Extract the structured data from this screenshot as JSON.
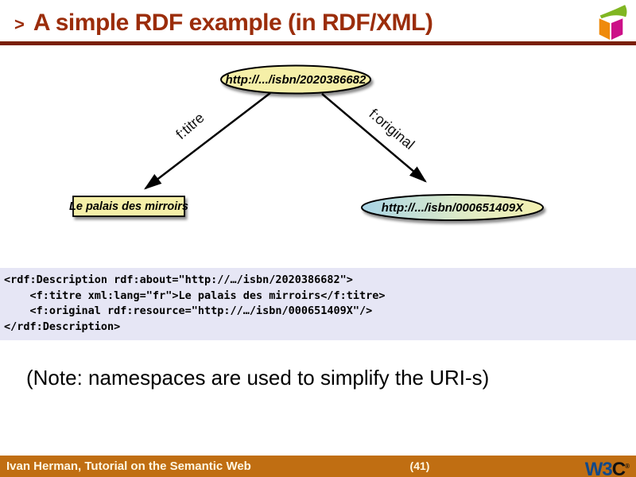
{
  "header": {
    "bullet": ">",
    "title": "A simple RDF example (in RDF/XML)"
  },
  "diagram": {
    "subject_uri": "http://.../isbn/2020386682",
    "predicate_left": "f:titre",
    "predicate_right": "f:original",
    "literal_value": "Le palais des mirroirs",
    "object_uri": "http://.../isbn/000651409X"
  },
  "code": {
    "lines": [
      "<rdf:Description rdf:about=\"http://…/isbn/2020386682\">",
      "    <f:titre xml:lang=\"fr\">Le palais des mirroirs</f:titre>",
      "    <f:original rdf:resource=\"http://…/isbn/000651409X\"/>",
      "</rdf:Description>"
    ]
  },
  "note": "(Note: namespaces are used to simplify the URI-s)",
  "footer": {
    "author": "Ivan Herman, Tutorial on the Semantic Web",
    "page": "(41)",
    "logo": {
      "w3": "W3",
      "c": "C",
      "mark": "®"
    }
  },
  "colors": {
    "title_red": "#9B2D0B",
    "rule_maroon": "#7A1F05",
    "code_bg": "#E6E6F5",
    "footer_orange": "#C06E12",
    "footer_text": "#FFF8E3",
    "node_yellow": "#F5EFA8",
    "node_blue": "#A8D4E6",
    "w3c_blue": "#11498A",
    "cube_green": "#80B622",
    "cube_orange": "#EF8A0C",
    "cube_magenta": "#CC1088"
  }
}
